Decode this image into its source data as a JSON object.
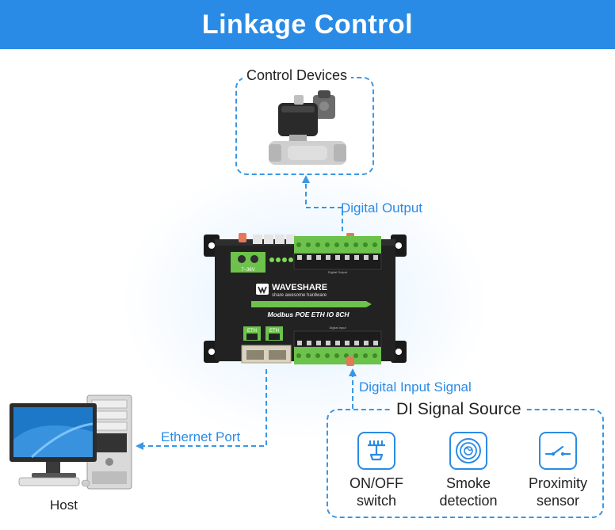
{
  "header": {
    "title": "Linkage Control"
  },
  "control_devices": {
    "title": "Control Devices"
  },
  "labels": {
    "digital_output": "Digital Output",
    "digital_input_signal": "Digital Input Signal",
    "ethernet_port": "Ethernet Port"
  },
  "device": {
    "brand": "WAVESHARE",
    "tagline": "share awesome hardware",
    "model": "Modbus POE ETH IO 8CH",
    "power_label": "7~36V",
    "eth_label": "ETH",
    "digital_output_label": "Digital Output",
    "digital_input_label": "Digital Input"
  },
  "di_source": {
    "title": "DI Signal Source",
    "items": [
      {
        "label_line1": "ON/OFF",
        "label_line2": "switch",
        "icon": "switch-icon"
      },
      {
        "label_line1": "Smoke",
        "label_line2": "detection",
        "icon": "smoke-detector-icon"
      },
      {
        "label_line1": "Proximity",
        "label_line2": "sensor",
        "icon": "proximity-sensor-icon"
      }
    ]
  },
  "host": {
    "label": "Host"
  },
  "colors": {
    "accent": "#2a8be6",
    "header_bg": "#2a8be6",
    "device_body": "#1f1f1f",
    "terminal_green": "#6cc24a"
  }
}
